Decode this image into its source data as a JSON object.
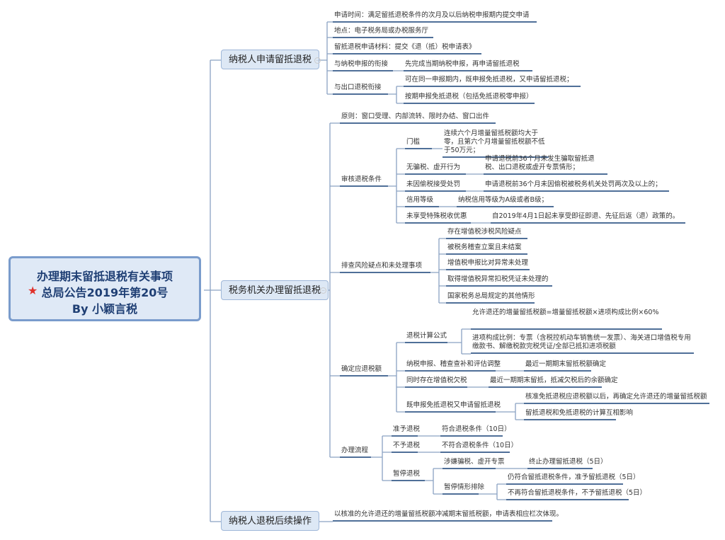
{
  "root": {
    "lines": [
      "办理期末留抵退税有关事项",
      "总局公告2019年第20号",
      "By 小颖言税"
    ],
    "icon": "star-icon"
  },
  "branch1": {
    "label": "纳税人申请留抵退税",
    "time": "申请时间：满足留抵退税条件的次月及以后纳税申报期内提交申请",
    "place": "地点：电子税务局或办税服务厅",
    "material": "留抵退税申请材料：提交《退（抵）税申请表》",
    "link_declare": {
      "label": "与纳税申报的衔接",
      "child": "先完成当期纳税申报，再申请留抵退税"
    },
    "link_export": {
      "label": "与出口退税衔接",
      "children": [
        "可在同一申报期内，既申报免抵退税，又申请留抵退税；",
        "按期申报免抵退税（包括免抵退税零申报）"
      ]
    }
  },
  "branch2": {
    "label": "税务机关办理留抵退税",
    "principle": "原则：窗口受理、内部流转、限时办结、窗口出件",
    "review": {
      "label": "审核退税条件",
      "items": [
        {
          "label": "门槛",
          "child": "连续六个月增量留抵税额均大于零，且第六个月增量留抵税额不低于50万元；"
        },
        {
          "label": "无骗税、虚开行为",
          "child": "申请退税前36个月未发生骗取留抵退税、出口退税或虚开专票情形；"
        },
        {
          "label": "未因偷税接受处罚",
          "child": "申请退税前36个月未因偷税被税务机关处罚两次及以上的；"
        },
        {
          "label": "信用等级",
          "child": "纳税信用等级为A级或者B级；"
        },
        {
          "label": "未享受特殊税收优惠",
          "child": "自2019年4月1日起未享受即征即退、先征后返（退）政策的。"
        }
      ]
    },
    "risk": {
      "label": "排查风险疑点和未处理事项",
      "items": [
        "存在增值税涉税风险疑点",
        "被税务稽查立案且未结案",
        "增值税申报比对异常未处理",
        "取得增值税异常扣税凭证未处理的",
        "国家税务总局规定的其他情形"
      ]
    },
    "amount": {
      "label": "确定应退税额",
      "formula": {
        "label": "退税计算公式",
        "children": [
          "允许退还的增量留抵税额=增量留抵税额×进项构成比例×60%",
          "进项构成比例：专票（含税控机动车销售统一发票）、海关进口增值税专用缴款书、解缴税款完税凭证/全部已抵扣进项税额"
        ]
      },
      "adjust": {
        "label": "纳税申报、稽查查补和评估调整",
        "child": "最近一期期末留抵税额确定"
      },
      "arrears": {
        "label": "同时存在增值税欠税",
        "child": "最近一期期末留抵，抵减欠税后的余额确定"
      },
      "both": {
        "label": "既申报免抵退税又申请留抵退税",
        "children": [
          "核准免抵退税应退税额以后，再确定允许退还的增量留抵税额",
          "留抵退税和免抵退税的计算互相影响"
        ]
      }
    },
    "process": {
      "label": "办理流程",
      "approve": {
        "label": "准予退税",
        "child": "符合退税条件（10日）"
      },
      "reject": {
        "label": "不予退税",
        "child": "不符合退税条件（10日）"
      },
      "suspend": {
        "label": "暂停退税",
        "fraud": {
          "label": "涉嫌骗税、虚开专票",
          "child": "终止办理留抵退税（5日）"
        },
        "cleared": {
          "label": "暂停情形排除",
          "children": [
            "仍符合留抵退税条件，准予留抵退税（5日）",
            "不再符合留抵退税条件，不予留抵退税（5日）"
          ]
        }
      }
    }
  },
  "branch3": {
    "label": "纳税人退税后续操作",
    "child": "以核准的允许退还的增量留抵税额冲减期末留抵税额，申请表相应栏次体现。"
  },
  "colors": {
    "accent": "#4f6f98",
    "root_fill": "#dfe9f6",
    "star": "#e0302a"
  }
}
